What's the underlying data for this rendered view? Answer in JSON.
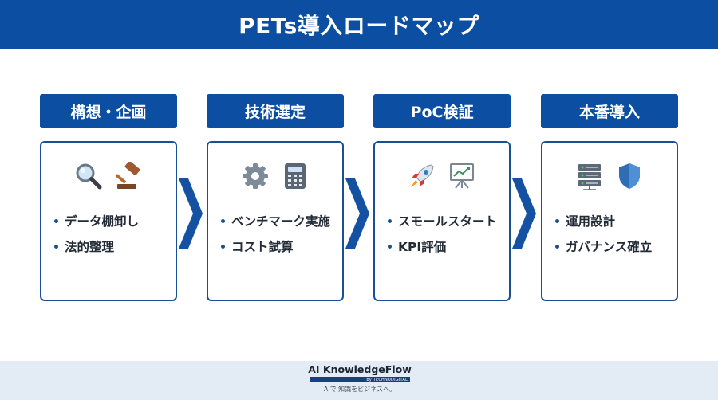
{
  "title": "PETs導入ロードマップ",
  "stages": [
    {
      "header": "構想・企画",
      "icons": [
        "magnifier-icon",
        "gavel-icon"
      ],
      "bullets": [
        "データ棚卸し",
        "法的整理"
      ]
    },
    {
      "header": "技術選定",
      "icons": [
        "gear-icon",
        "calculator-icon"
      ],
      "bullets": [
        "ベンチマーク実施",
        "コスト試算"
      ]
    },
    {
      "header": "PoC検証",
      "icons": [
        "rocket-icon",
        "chart-board-icon"
      ],
      "bullets": [
        "スモールスタート",
        "KPI評価"
      ]
    },
    {
      "header": "本番導入",
      "icons": [
        "server-icon",
        "shield-icon"
      ],
      "bullets": [
        "運用設計",
        "ガバナンス確立"
      ]
    }
  ],
  "footer": {
    "logo_title": "AI KnowledgeFlow",
    "logo_byline": "by TECHNODIGITAL",
    "logo_tagline": "AIで 知識をビジネスへ。"
  },
  "colors": {
    "primary": "#0c4ea2",
    "card_border": "#1b4f93",
    "arrow": "#1451a3",
    "footer_bg": "#e3ebf4"
  }
}
